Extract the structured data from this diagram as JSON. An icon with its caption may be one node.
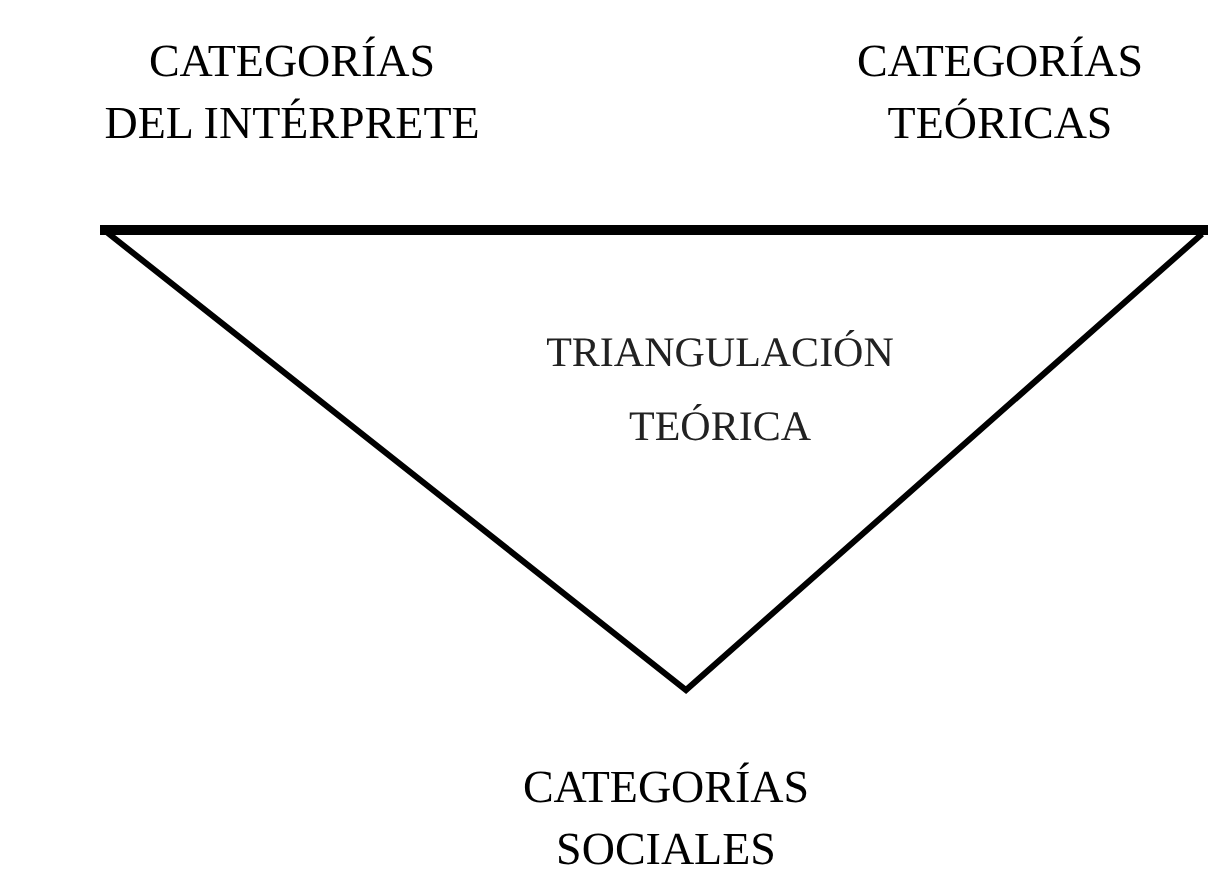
{
  "diagram": {
    "nodes": [
      {
        "text": [
          "TRIANGULACIÓN TEÓRICA"
        ]
      }
    ],
    "edges": [],
    "labels": [
      "CATEGORÍAS DEL INTÉRPRETE",
      "CATEGORÍAS TEÓRICAS",
      "CATEGORÍAS SOCIALES"
    ]
  }
}
